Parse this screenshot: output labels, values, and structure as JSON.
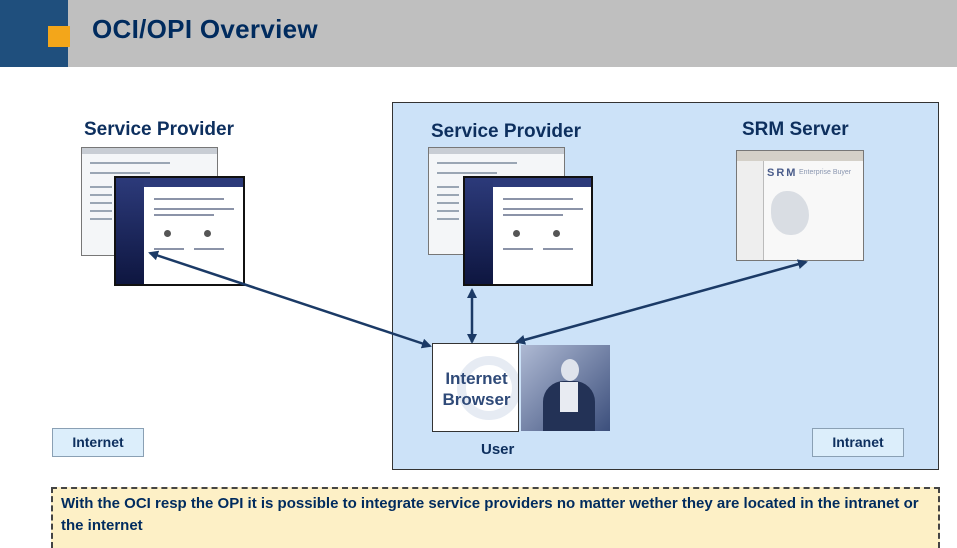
{
  "header": {
    "title": "OCI/OPI Overview"
  },
  "diagram": {
    "service_provider_left": "Service Provider",
    "service_provider_right": "Service Provider",
    "srm_server": "SRM Server",
    "srm_logo_text": "SRM",
    "srm_logo_sub": "Enterprise Buyer",
    "browser_line1": "Internet",
    "browser_line2": "Browser",
    "user": "User",
    "internet_zone": "Internet",
    "intranet_zone": "Intranet"
  },
  "note": {
    "text": "With the OCI resp the OPI it is possible to integrate service providers no matter wether they are located in the intranet or the internet"
  },
  "colors": {
    "title_bar": "#bfbfbf",
    "title_accent": "#f3a61a",
    "title_text": "#002b5e",
    "intranet_bg": "#cce2f8",
    "note_bg": "#fdf0c6",
    "arrow": "#1b3a66"
  }
}
